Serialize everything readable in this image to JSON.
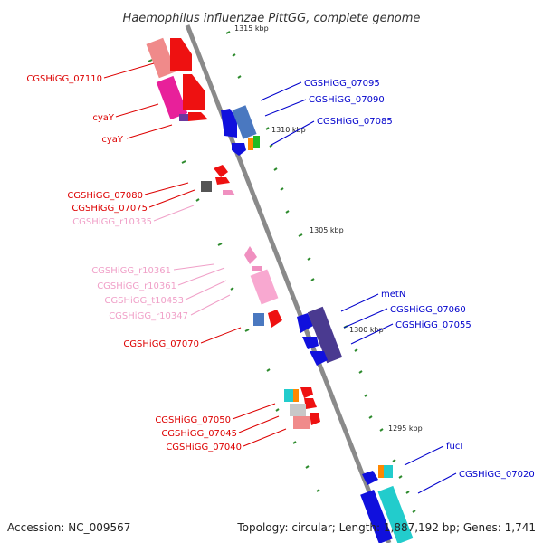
{
  "title": "Haemophilus influenzae PittGG, complete genome",
  "accession": "Accession: NC_009567",
  "topology": "Topology: circular; Length: 1,887,192 bp; Genes: 1,741",
  "colors": {
    "backbone": "#8a8a8a",
    "tick": "#2e8b2e",
    "left_label": "#dd0000",
    "left_label_pink": "#f0a0c8",
    "right_label": "#0000cc"
  },
  "kbp_labels": [
    "1315 kbp",
    "1310 kbp",
    "1305 kbp",
    "1300 kbp",
    "1295 kbp"
  ],
  "left_labels": [
    {
      "text": "CGSHiGG_07110",
      "kind": "red"
    },
    {
      "text": "cyaY",
      "kind": "red"
    },
    {
      "text": "cyaY",
      "kind": "red"
    },
    {
      "text": "CGSHiGG_07080",
      "kind": "red"
    },
    {
      "text": "CGSHiGG_07075",
      "kind": "red"
    },
    {
      "text": "CGSHiGG_r10335",
      "kind": "pink"
    },
    {
      "text": "CGSHiGG_r10361",
      "kind": "pink"
    },
    {
      "text": "CGSHiGG_r10361",
      "kind": "pink"
    },
    {
      "text": "CGSHiGG_t10453",
      "kind": "pink"
    },
    {
      "text": "CGSHiGG_r10347",
      "kind": "pink"
    },
    {
      "text": "CGSHiGG_07070",
      "kind": "red"
    },
    {
      "text": "CGSHiGG_07050",
      "kind": "red"
    },
    {
      "text": "CGSHiGG_07045",
      "kind": "red"
    },
    {
      "text": "CGSHiGG_07040",
      "kind": "red"
    }
  ],
  "right_labels": [
    {
      "text": "CGSHiGG_07095"
    },
    {
      "text": "CGSHiGG_07090"
    },
    {
      "text": "CGSHiGG_07085"
    },
    {
      "text": "metN"
    },
    {
      "text": "CGSHiGG_07060"
    },
    {
      "text": "CGSHiGG_07055"
    },
    {
      "text": "fucI"
    },
    {
      "text": "CGSHiGG_07020"
    }
  ]
}
